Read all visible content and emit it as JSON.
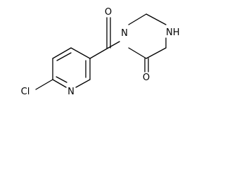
{
  "structure": {
    "atoms": {
      "oxygen_carbonyl": "O",
      "oxygen_lactam": "O",
      "nitrogen_amide": "N",
      "nitrogen_lactam": "NH",
      "nitrogen_pyridine": "N",
      "chlorine": "Cl"
    }
  }
}
